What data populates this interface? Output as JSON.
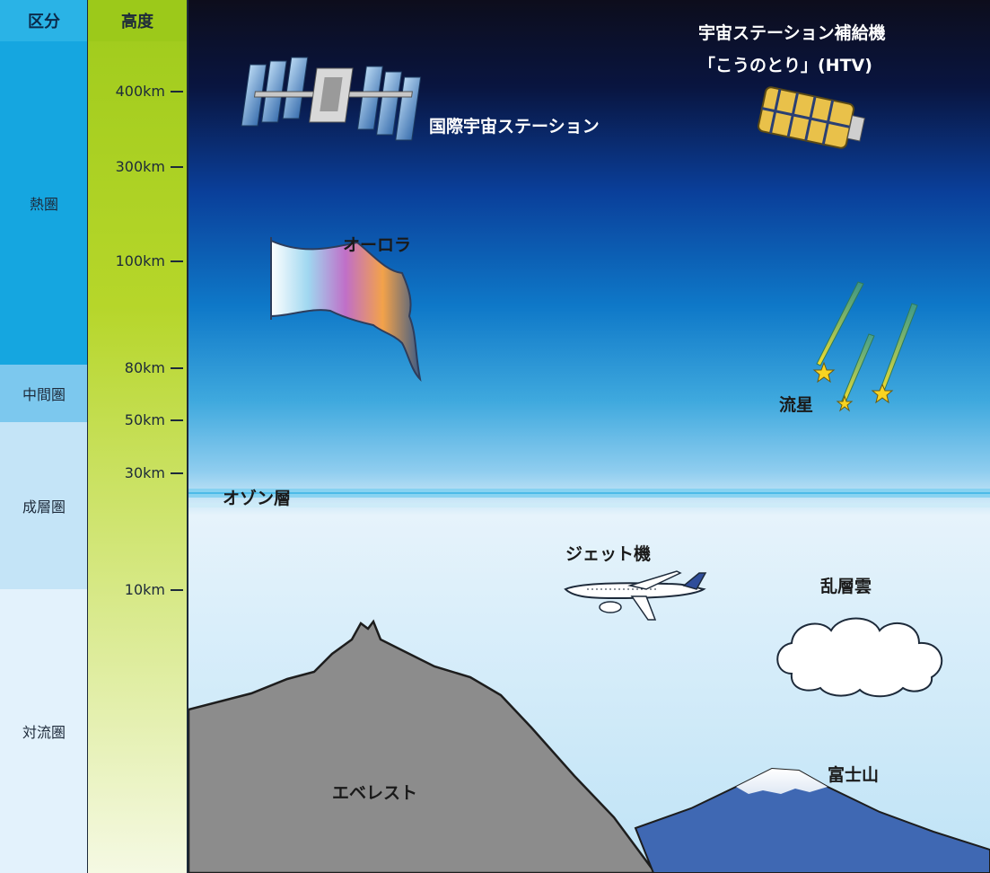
{
  "header": {
    "region_title": "区分",
    "altitude_title": "高度"
  },
  "regions": {
    "thermosphere": "熱圏",
    "mesosphere": "中間圏",
    "stratosphere": "成層圏",
    "troposphere": "対流圏"
  },
  "altitudes": [
    "400km",
    "300km",
    "100km",
    "80km",
    "50km",
    "30km",
    "10km"
  ],
  "labels": {
    "iss": "国際宇宙ステーション",
    "htv_line1": "宇宙ステーション補給機",
    "htv_line2": "「こうのとり」(HTV)",
    "aurora": "オーロラ",
    "meteor": "流星",
    "ozone": "オゾン層",
    "jet": "ジェット機",
    "cloud": "乱層雲",
    "everest": "エベレスト",
    "fuji": "富士山"
  },
  "colors": {
    "thermosphere": "#15a6e0",
    "mesosphere": "#7cc8ee",
    "stratosphere": "#c4e4f7",
    "troposphere": "#e3f2fc",
    "altitude_bar": "#9fcb1c",
    "everest": "#8d8d8d",
    "fuji": "#3f68b3"
  }
}
